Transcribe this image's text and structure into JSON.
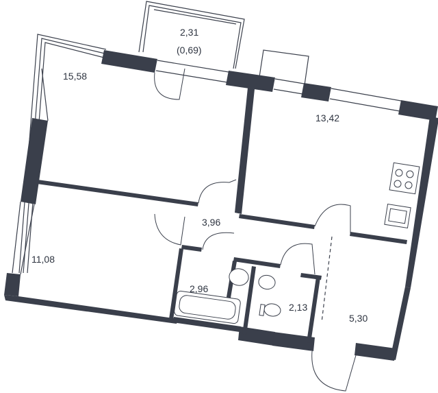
{
  "rooms": [
    {
      "id": "balcony",
      "area": "2,31",
      "secondary": "(0,69)"
    },
    {
      "id": "bedroom",
      "area": "15,58"
    },
    {
      "id": "kitchen",
      "area": "13,42"
    },
    {
      "id": "hall",
      "area": "3,96"
    },
    {
      "id": "living",
      "area": "11,08"
    },
    {
      "id": "bathroom",
      "area": "2,96"
    },
    {
      "id": "wc",
      "area": "2,13"
    },
    {
      "id": "corridor",
      "area": "5,30"
    }
  ],
  "colors": {
    "wall": "#3a3f4b",
    "background": "#ffffff",
    "text": "#2e3440"
  }
}
